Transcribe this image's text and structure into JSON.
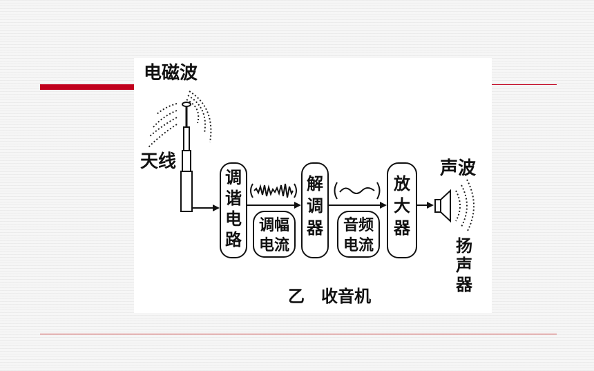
{
  "labels": {
    "electromagnetic_wave": "电磁波",
    "antenna": "天线",
    "tuning_circuit": [
      "调",
      "谐",
      "电",
      "路"
    ],
    "am_current": [
      "调幅",
      "电流"
    ],
    "demodulator": [
      "解",
      "调",
      "器"
    ],
    "audio_current": [
      "音频",
      "电流"
    ],
    "amplifier": [
      "放",
      "大",
      "器"
    ],
    "sound_wave": "声波",
    "speaker": [
      "扬",
      "声",
      "器"
    ],
    "caption": "乙　收音机"
  },
  "colors": {
    "accent_red": "#c0001c"
  }
}
